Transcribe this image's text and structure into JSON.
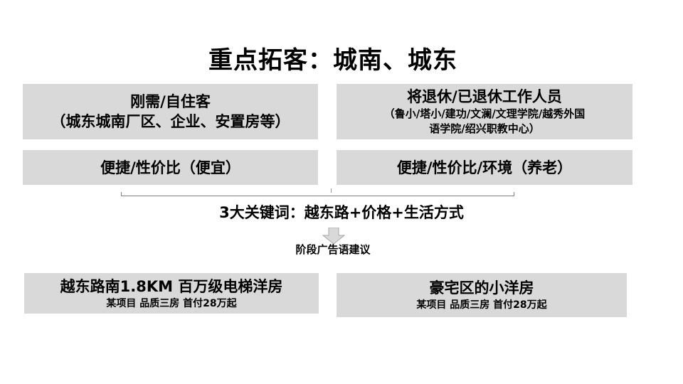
{
  "slide": {
    "title": "重点拓客：城南、城东",
    "segments": [
      {
        "audience_line1": "刚需/自住客",
        "audience_line2": "（城东城南厂区、企业、安置房等）",
        "appeal": "便捷/性价比（便宜）"
      },
      {
        "audience_line1": "将退休/已退休工作人员",
        "audience_line2": "（鲁小/塔小/建功/文澜/文理学院/越秀外国",
        "audience_line3": "语学院/绍兴职教中心）",
        "appeal": "便捷/性价比/环境（养老）"
      }
    ],
    "keywords": "3大关键词：越东路+价格+生活方式",
    "stage_label": "阶段广告语建议",
    "slogans": [
      {
        "headline": "越东路南1.8KM 百万级电梯洋房",
        "subline": "某项目 品质三房 首付28万起"
      },
      {
        "headline": "豪宅区的小洋房",
        "subline": "某项目 品质三房 首付28万起"
      }
    ],
    "colors": {
      "box_bg": "#d9d9d9",
      "text": "#000000",
      "bracket": "#7f7f7f",
      "arrow_fill": "#d9d9d9",
      "arrow_stroke": "#a6a6a6"
    },
    "icons": {
      "down_arrow": "down-arrow-icon"
    }
  }
}
